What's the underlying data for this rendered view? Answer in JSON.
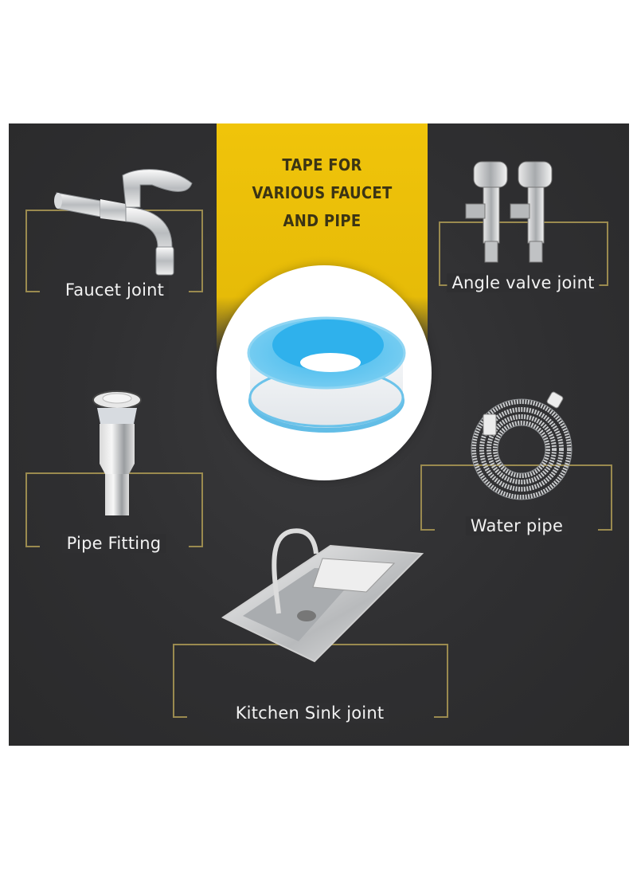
{
  "headline": {
    "lines": [
      "TAPE FOR",
      "VARIOUS FAUCET",
      "AND PIPE"
    ]
  },
  "center_product": {
    "name": "PTFE thread seal tape roll",
    "colors": {
      "spool": "#5fc4ee",
      "tape": "#ffffff",
      "circle": "#ffffff"
    }
  },
  "applications": [
    {
      "label": "Faucet joint",
      "icon": "faucet-icon"
    },
    {
      "label": "Angle valve joint",
      "icon": "angle-valve-icon"
    },
    {
      "label": "Pipe Fitting",
      "icon": "pipe-fitting-icon"
    },
    {
      "label": "Water pipe",
      "icon": "hose-icon"
    },
    {
      "label": "Kitchen Sink joint",
      "icon": "kitchen-sink-icon"
    }
  ],
  "colors": {
    "background": "#2f2f31",
    "accent_yellow": "#f0c40a",
    "bracket_gold": "#9a8a4f",
    "label_text": "#f2f2f2",
    "headline_text": "#3b3414"
  }
}
